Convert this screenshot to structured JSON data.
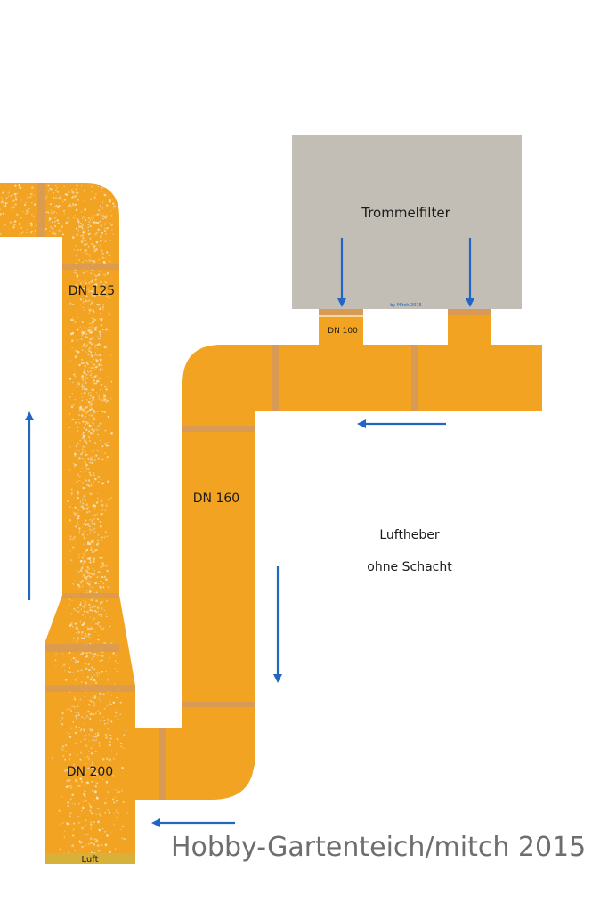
{
  "labels": {
    "filter": "Trommelfilter",
    "filter_small": "by Mitch 2015",
    "dn100": "DN 100",
    "dn125": "DN 125",
    "dn160": "DN 160",
    "dn200": "DN 200",
    "air": "Luft",
    "title_line1": "Luftheber",
    "title_line2": "ohne Schacht"
  },
  "credit": "Hobby-Gartenteich/mitch 2015",
  "colors": {
    "pipe": "#f2a322",
    "joint": "#d89a55",
    "filter_box": "#c2beb6",
    "arrow": "#2166c0",
    "air_base": "#d8b13a",
    "bubbles": "#f7e6c4"
  }
}
